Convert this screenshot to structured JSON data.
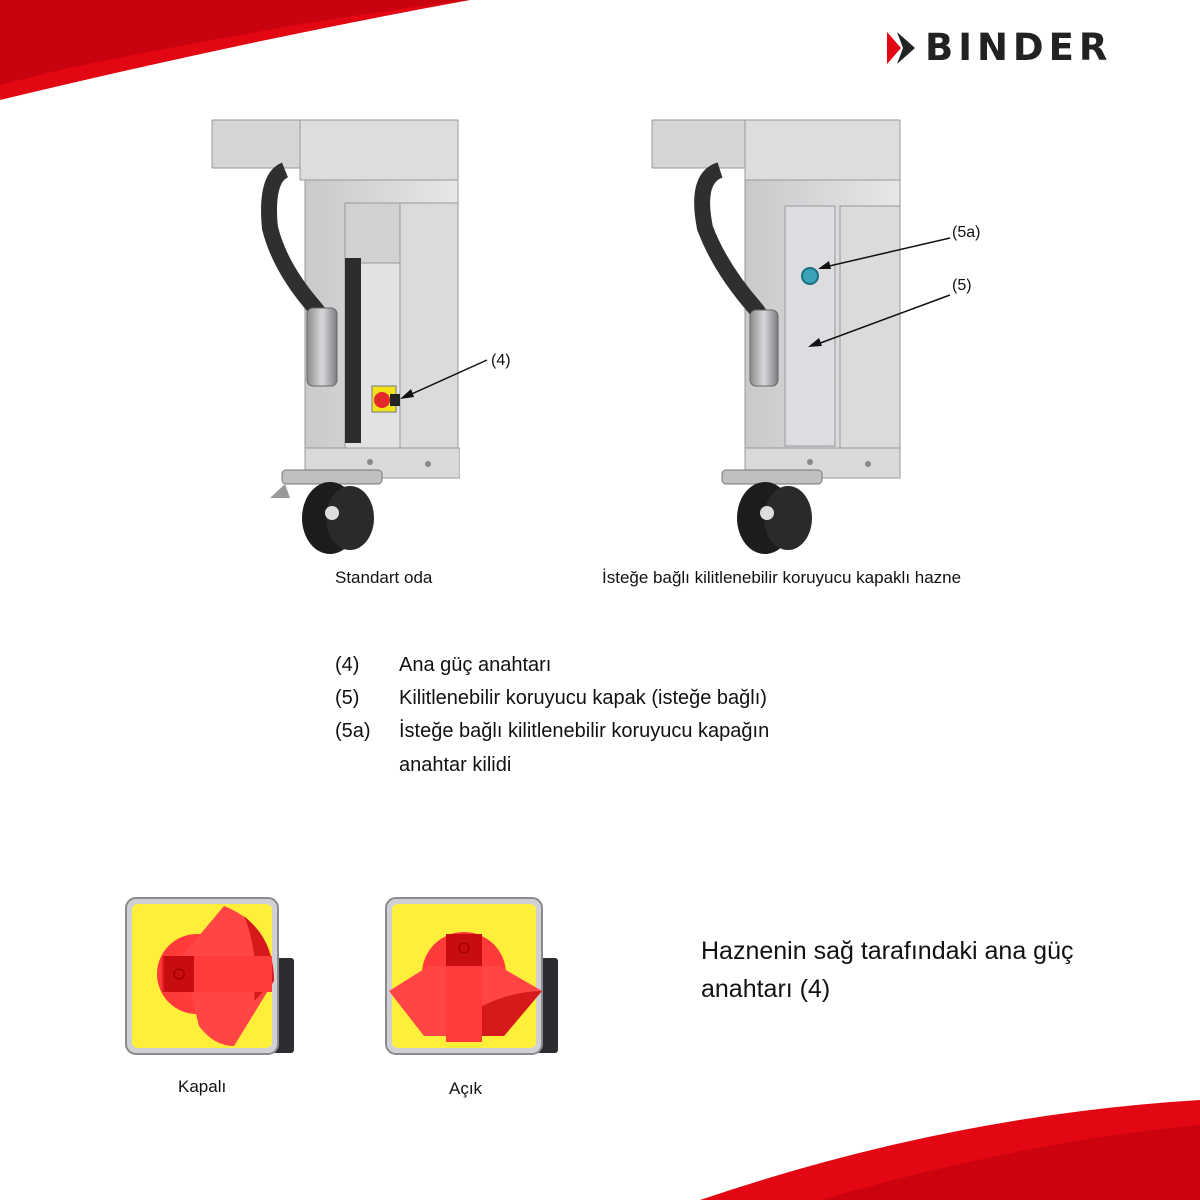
{
  "brand": {
    "name": "BINDER",
    "accent": "#e30613"
  },
  "figures": {
    "standard": {
      "caption": "Standart oda",
      "callout": "(4)"
    },
    "optional": {
      "caption": "İsteğe bağlı kilitlenebilir koruyucu kapaklı hazne",
      "callout_5a": "(5a)",
      "callout_5": "(5)"
    }
  },
  "legend": [
    {
      "code": "(4)",
      "text": "Ana güç anahtarı"
    },
    {
      "code": "(5)",
      "text": "Kilitlenebilir koruyucu kapak (isteğe bağlı)"
    },
    {
      "code": "(5a)",
      "text": "İsteğe bağlı kilitlenebilir koruyucu kapağın anahtar kilidi"
    }
  ],
  "switches": [
    {
      "label": "Kapalı",
      "state": "off"
    },
    {
      "label": "Açık",
      "state": "on"
    }
  ],
  "note": "Haznenin sağ tarafındaki ana güç anahtarı (4)",
  "colors": {
    "switch_face": "#ffef3a",
    "switch_knob": "#e8292b",
    "panel": "#d9dadc"
  }
}
